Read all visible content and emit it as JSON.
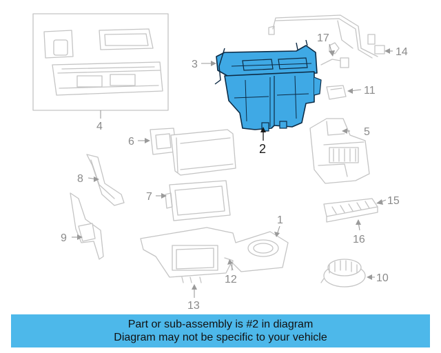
{
  "diagram": {
    "callouts": {
      "c1": "1",
      "c2": "2",
      "c3": "3",
      "c4": "4",
      "c5": "5",
      "c6": "6",
      "c7": "7",
      "c8": "8",
      "c9": "9",
      "c10": "10",
      "c11": "11",
      "c12": "12",
      "c13": "13",
      "c14": "14",
      "c15": "15",
      "c16": "16",
      "c17": "17"
    },
    "colors": {
      "highlight": "#3fa9e5",
      "highlight_stroke": "#0c2a44",
      "banner": "#4db8ea",
      "part_outline": "#c4c4c4"
    }
  },
  "banner": {
    "line1": "Part or sub-assembly is #2 in diagram",
    "line2": "Diagram may not be specific to your vehicle"
  }
}
